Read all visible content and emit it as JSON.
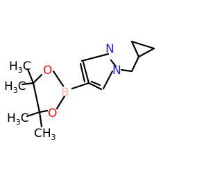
{
  "molecule": {
    "atoms": {
      "n2": "N",
      "n1": "N",
      "b": "B",
      "o_top": "O",
      "o_bottom": "O",
      "me1": "H",
      "me1_sub": "3",
      "me1_c": "C",
      "me2": "H",
      "me2_sub": "3",
      "me2_c": "C",
      "me3": "H",
      "me3_sub": "3",
      "me3_c": "C",
      "me4_c": "C",
      "me4": "H",
      "me4_sub": "3"
    },
    "colors": {
      "bond": "#000000",
      "nitrogen": "#2020ff",
      "oxygen": "#ff0d0d",
      "boron": "#ffb5b5",
      "carbon": "#000000"
    }
  }
}
